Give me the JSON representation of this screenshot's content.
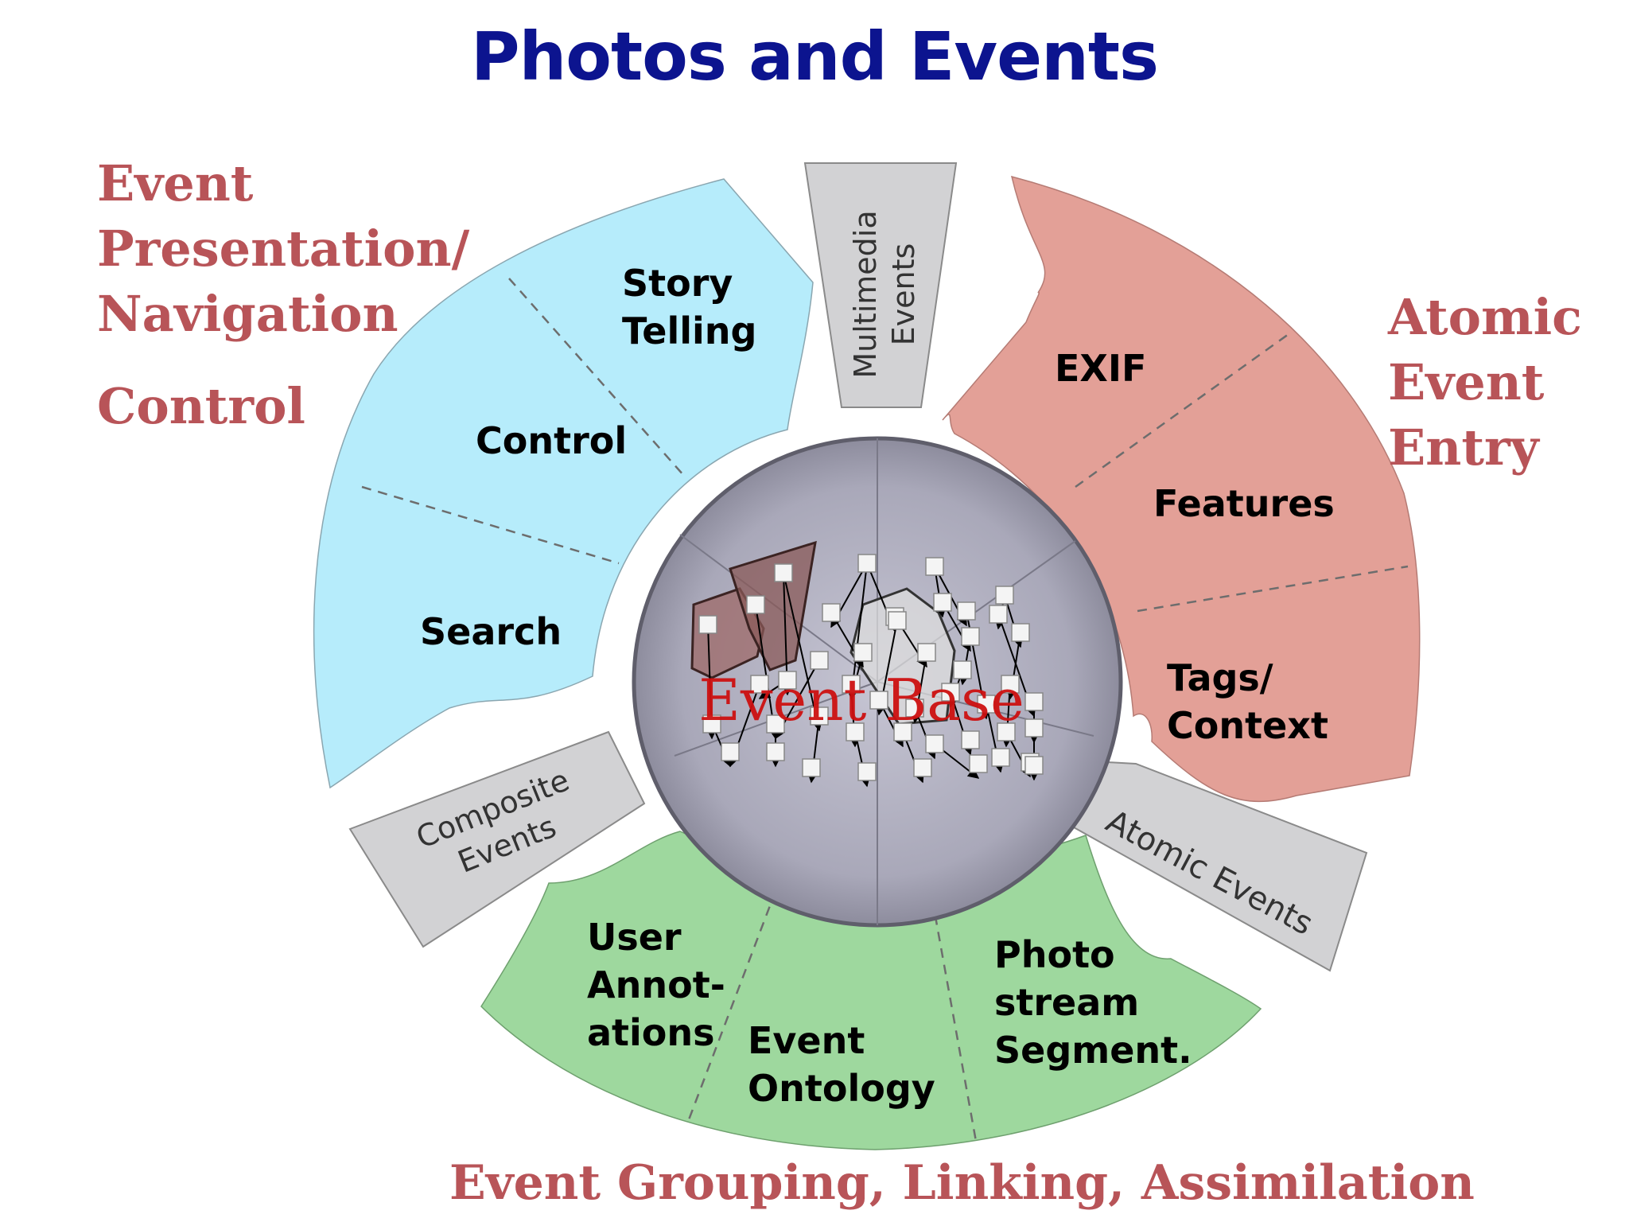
{
  "title": "Photos and Events",
  "labels": {
    "left": [
      "Event",
      "Presentation/",
      "Navigation"
    ],
    "left_extra": "Control",
    "right": [
      "Atomic",
      "Event",
      "Entry"
    ],
    "bottom": "Event Grouping, Linking, Assimilation"
  },
  "segments": {
    "blue": {
      "story_1": "Story",
      "story_2": "Telling",
      "control": "Control",
      "search": "Search"
    },
    "red": {
      "exif": "EXIF",
      "features": "Features",
      "tags_1": "Tags/",
      "tags_2": "Context"
    },
    "green": {
      "user_1": "User",
      "user_2": "Annot-",
      "user_3": "ations",
      "ontology_1": "Event",
      "ontology_2": "Ontology",
      "photo_1": "Photo",
      "photo_2": "stream",
      "photo_3": "Segment."
    }
  },
  "connectors": {
    "multimedia_1": "Multimedia",
    "multimedia_2": "Events",
    "composite_1": "Composite",
    "composite_2": "Events",
    "atomic": "Atomic Events"
  },
  "center": "Event Base",
  "colors": {
    "title": "#0c148f",
    "side_labels": "#b85458",
    "blue_segment": "#b6ecfb",
    "red_segment": "#e3a097",
    "green_segment": "#9ed89e",
    "gray_connector": "#d2d2d4",
    "hub": "#aeadbd",
    "center_text": "#cc1010"
  }
}
